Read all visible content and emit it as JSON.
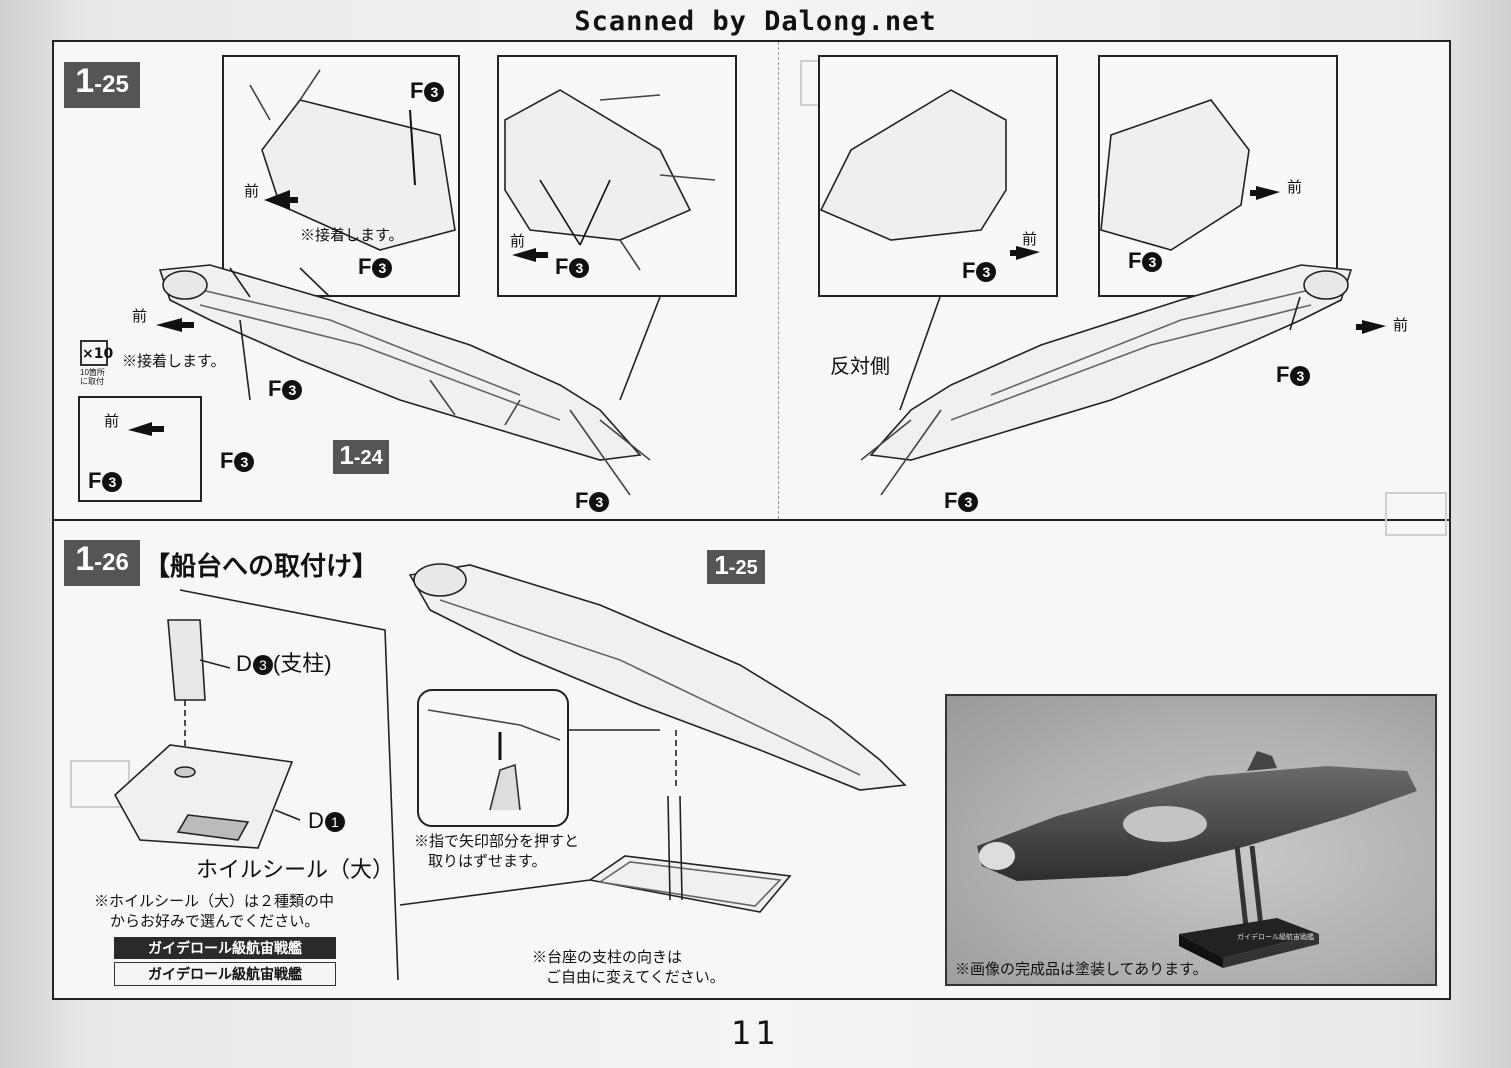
{
  "header": {
    "scanned_by": "Scanned by Dalong.net"
  },
  "step_1_25": {
    "step_main": "1",
    "step_sub": "-25",
    "front_label": "前",
    "glue_note": "※接着します。",
    "part_label": "F",
    "part_number": "3",
    "x10_badge": "×10",
    "x10_caption_line1": "10箇所",
    "x10_caption_line2": "に取付",
    "ref_step_main": "1",
    "ref_step_sub": "-24",
    "opposite_side": "反対側"
  },
  "step_1_26": {
    "step_main": "1",
    "step_sub": "-26",
    "title": "【船台への取付け】",
    "ref_step_main": "1",
    "ref_step_sub": "-25",
    "part_d3_letter": "D",
    "part_d3_number": "3",
    "part_d3_name": "(支柱)",
    "part_d1_letter": "D",
    "part_d1_number": "1",
    "foil_sticker": "ホイルシール（大）",
    "foil_note_line1": "※ホイルシール（大）は２種類の中",
    "foil_note_line2": "からお好みで選んでください。",
    "sticker_option_dark": "ガイデロール級航宙戦艦",
    "sticker_option_light": "ガイデロール級航宙戦艦",
    "finger_note_line1": "※指で矢印部分を押すと",
    "finger_note_line2": "取りはずせます。",
    "stand_note_line1": "※台座の支柱の向きは",
    "stand_note_line2": "ご自由に変えてください。",
    "photo_note": "※画像の完成品は塗装してあります。",
    "photo_base_label": "ガイデロール級航宙戦艦"
  },
  "footer": {
    "page_number": "11"
  }
}
